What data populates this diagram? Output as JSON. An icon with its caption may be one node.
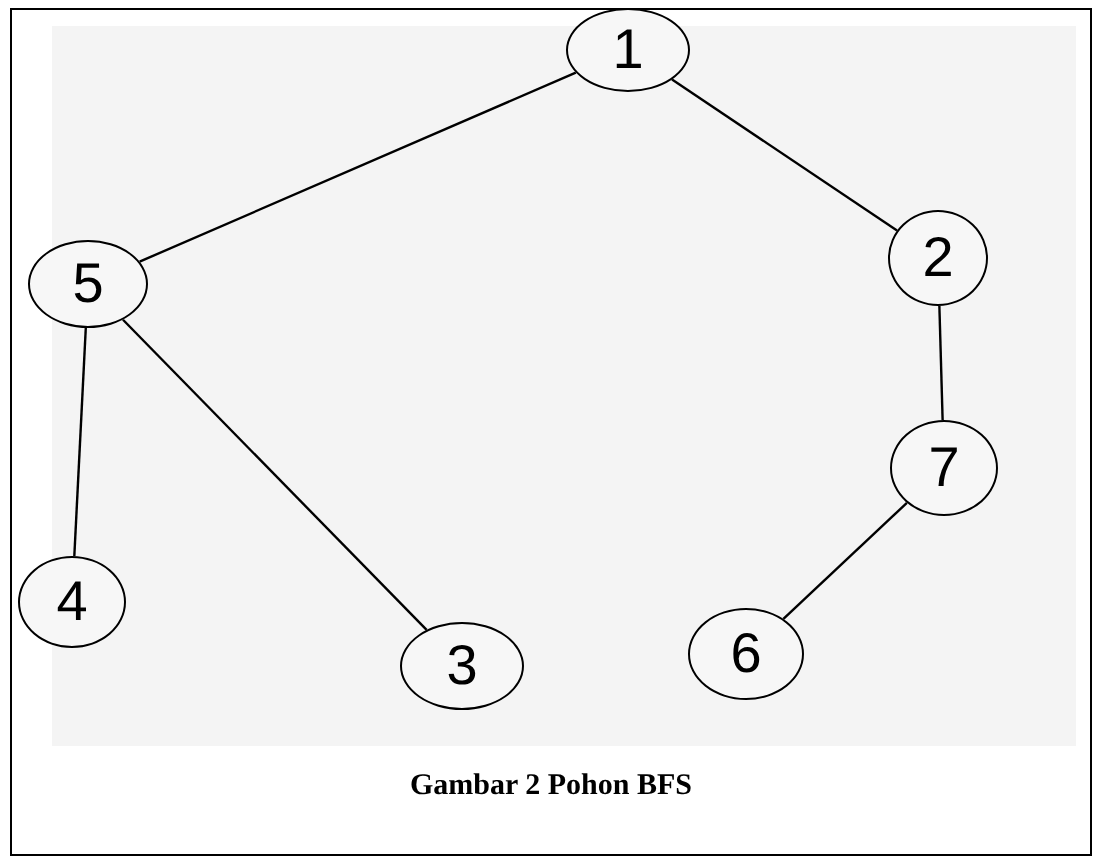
{
  "diagram": {
    "caption": "Gambar 2 Pohon BFS",
    "nodes": [
      {
        "text": [
          "1"
        ]
      },
      {
        "text": [
          "5"
        ]
      },
      {
        "text": [
          "2"
        ]
      },
      {
        "text": [
          "7"
        ]
      },
      {
        "text": [
          "4"
        ]
      },
      {
        "text": [
          "3"
        ]
      },
      {
        "text": [
          "6"
        ]
      }
    ],
    "edges": [
      {
        "from": 0,
        "to": 1,
        "arrow": "none"
      },
      {
        "from": 0,
        "to": 2,
        "arrow": "none"
      },
      {
        "from": 2,
        "to": 3,
        "arrow": "none"
      },
      {
        "from": 1,
        "to": 4,
        "arrow": "none"
      },
      {
        "from": 1,
        "to": 5,
        "arrow": "none"
      },
      {
        "from": 3,
        "to": 6,
        "arrow": "none"
      }
    ]
  }
}
